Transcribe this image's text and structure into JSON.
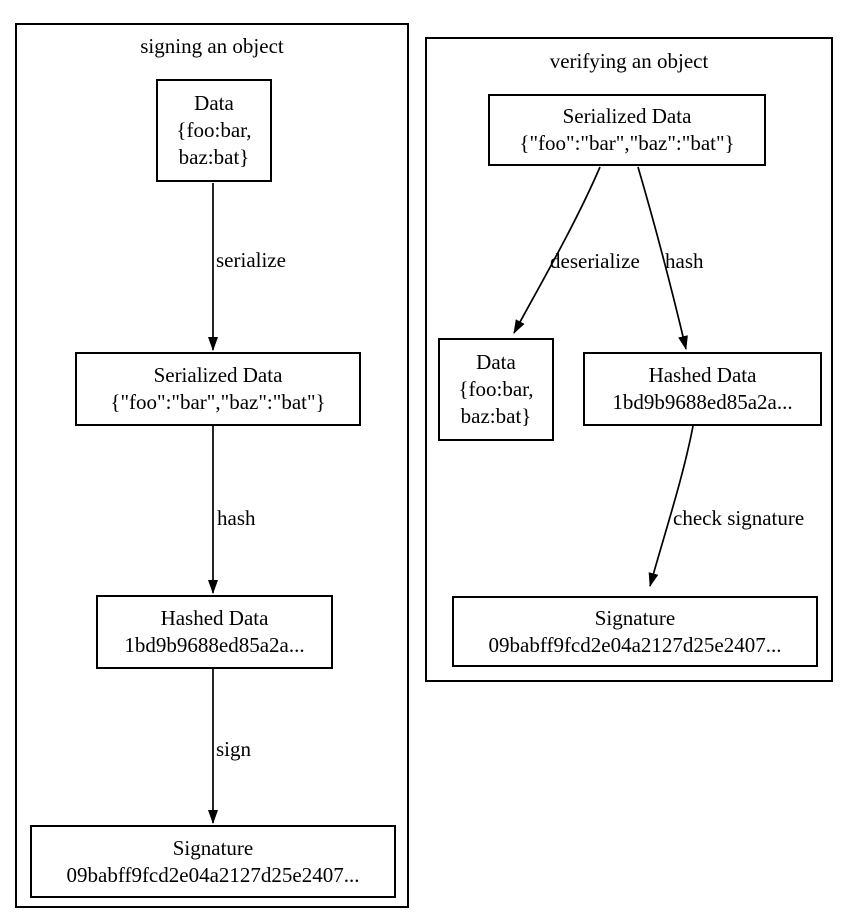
{
  "signing": {
    "title": "signing an object",
    "data_node": {
      "line1": "Data",
      "line2": "{foo:bar,",
      "line3": "baz:bat}"
    },
    "serialized_node": {
      "line1": "Serialized Data",
      "line2": "{\"foo\":\"bar\",\"baz\":\"bat\"}"
    },
    "hashed_node": {
      "line1": "Hashed Data",
      "line2": "1bd9b9688ed85a2a..."
    },
    "signature_node": {
      "line1": "Signature",
      "line2": "09babff9fcd2e04a2127d25e2407..."
    },
    "edges": {
      "serialize": "serialize",
      "hash": "hash",
      "sign": "sign"
    }
  },
  "verifying": {
    "title": "verifying an object",
    "serialized_node": {
      "line1": "Serialized Data",
      "line2": "{\"foo\":\"bar\",\"baz\":\"bat\"}"
    },
    "data_node": {
      "line1": "Data",
      "line2": "{foo:bar,",
      "line3": "baz:bat}"
    },
    "hashed_node": {
      "line1": "Hashed Data",
      "line2": "1bd9b9688ed85a2a..."
    },
    "signature_node": {
      "line1": "Signature",
      "line2": "09babff9fcd2e04a2127d25e2407..."
    },
    "edges": {
      "deserialize": "deserialize",
      "hash": "hash",
      "check_signature": "check signature"
    }
  },
  "colors": {
    "stroke": "#000000",
    "background": "#ffffff",
    "text": "#000000"
  }
}
